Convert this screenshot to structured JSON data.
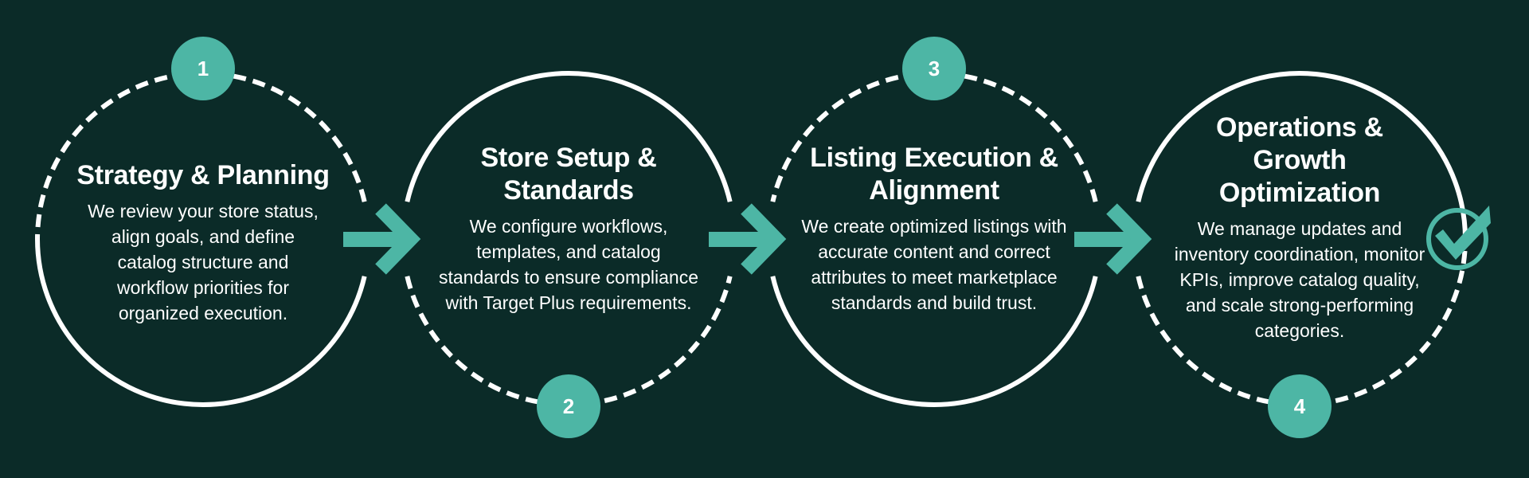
{
  "colors": {
    "background": "#0b2b28",
    "accent": "#4db6a5",
    "line": "#ffffff"
  },
  "steps": [
    {
      "number": "1",
      "title": "Strategy & Planning",
      "body": "We review your store status, align goals, and define catalog structure and workflow priorities for organized execution."
    },
    {
      "number": "2",
      "title": "Store Setup & Standards",
      "body": "We configure workflows, templates, and catalog standards to ensure compliance with Target Plus requirements."
    },
    {
      "number": "3",
      "title": "Listing Execution & Alignment",
      "body": "We create optimized listings with accurate content and correct attributes to meet marketplace standards and build trust."
    },
    {
      "number": "4",
      "title": "Operations & Growth Optimization",
      "body": "We manage updates and inventory coordination, monitor KPIs, improve catalog quality, and scale strong-performing categories."
    }
  ],
  "icons": {
    "arrow": "arrow-right-icon",
    "check": "check-circle-icon"
  }
}
